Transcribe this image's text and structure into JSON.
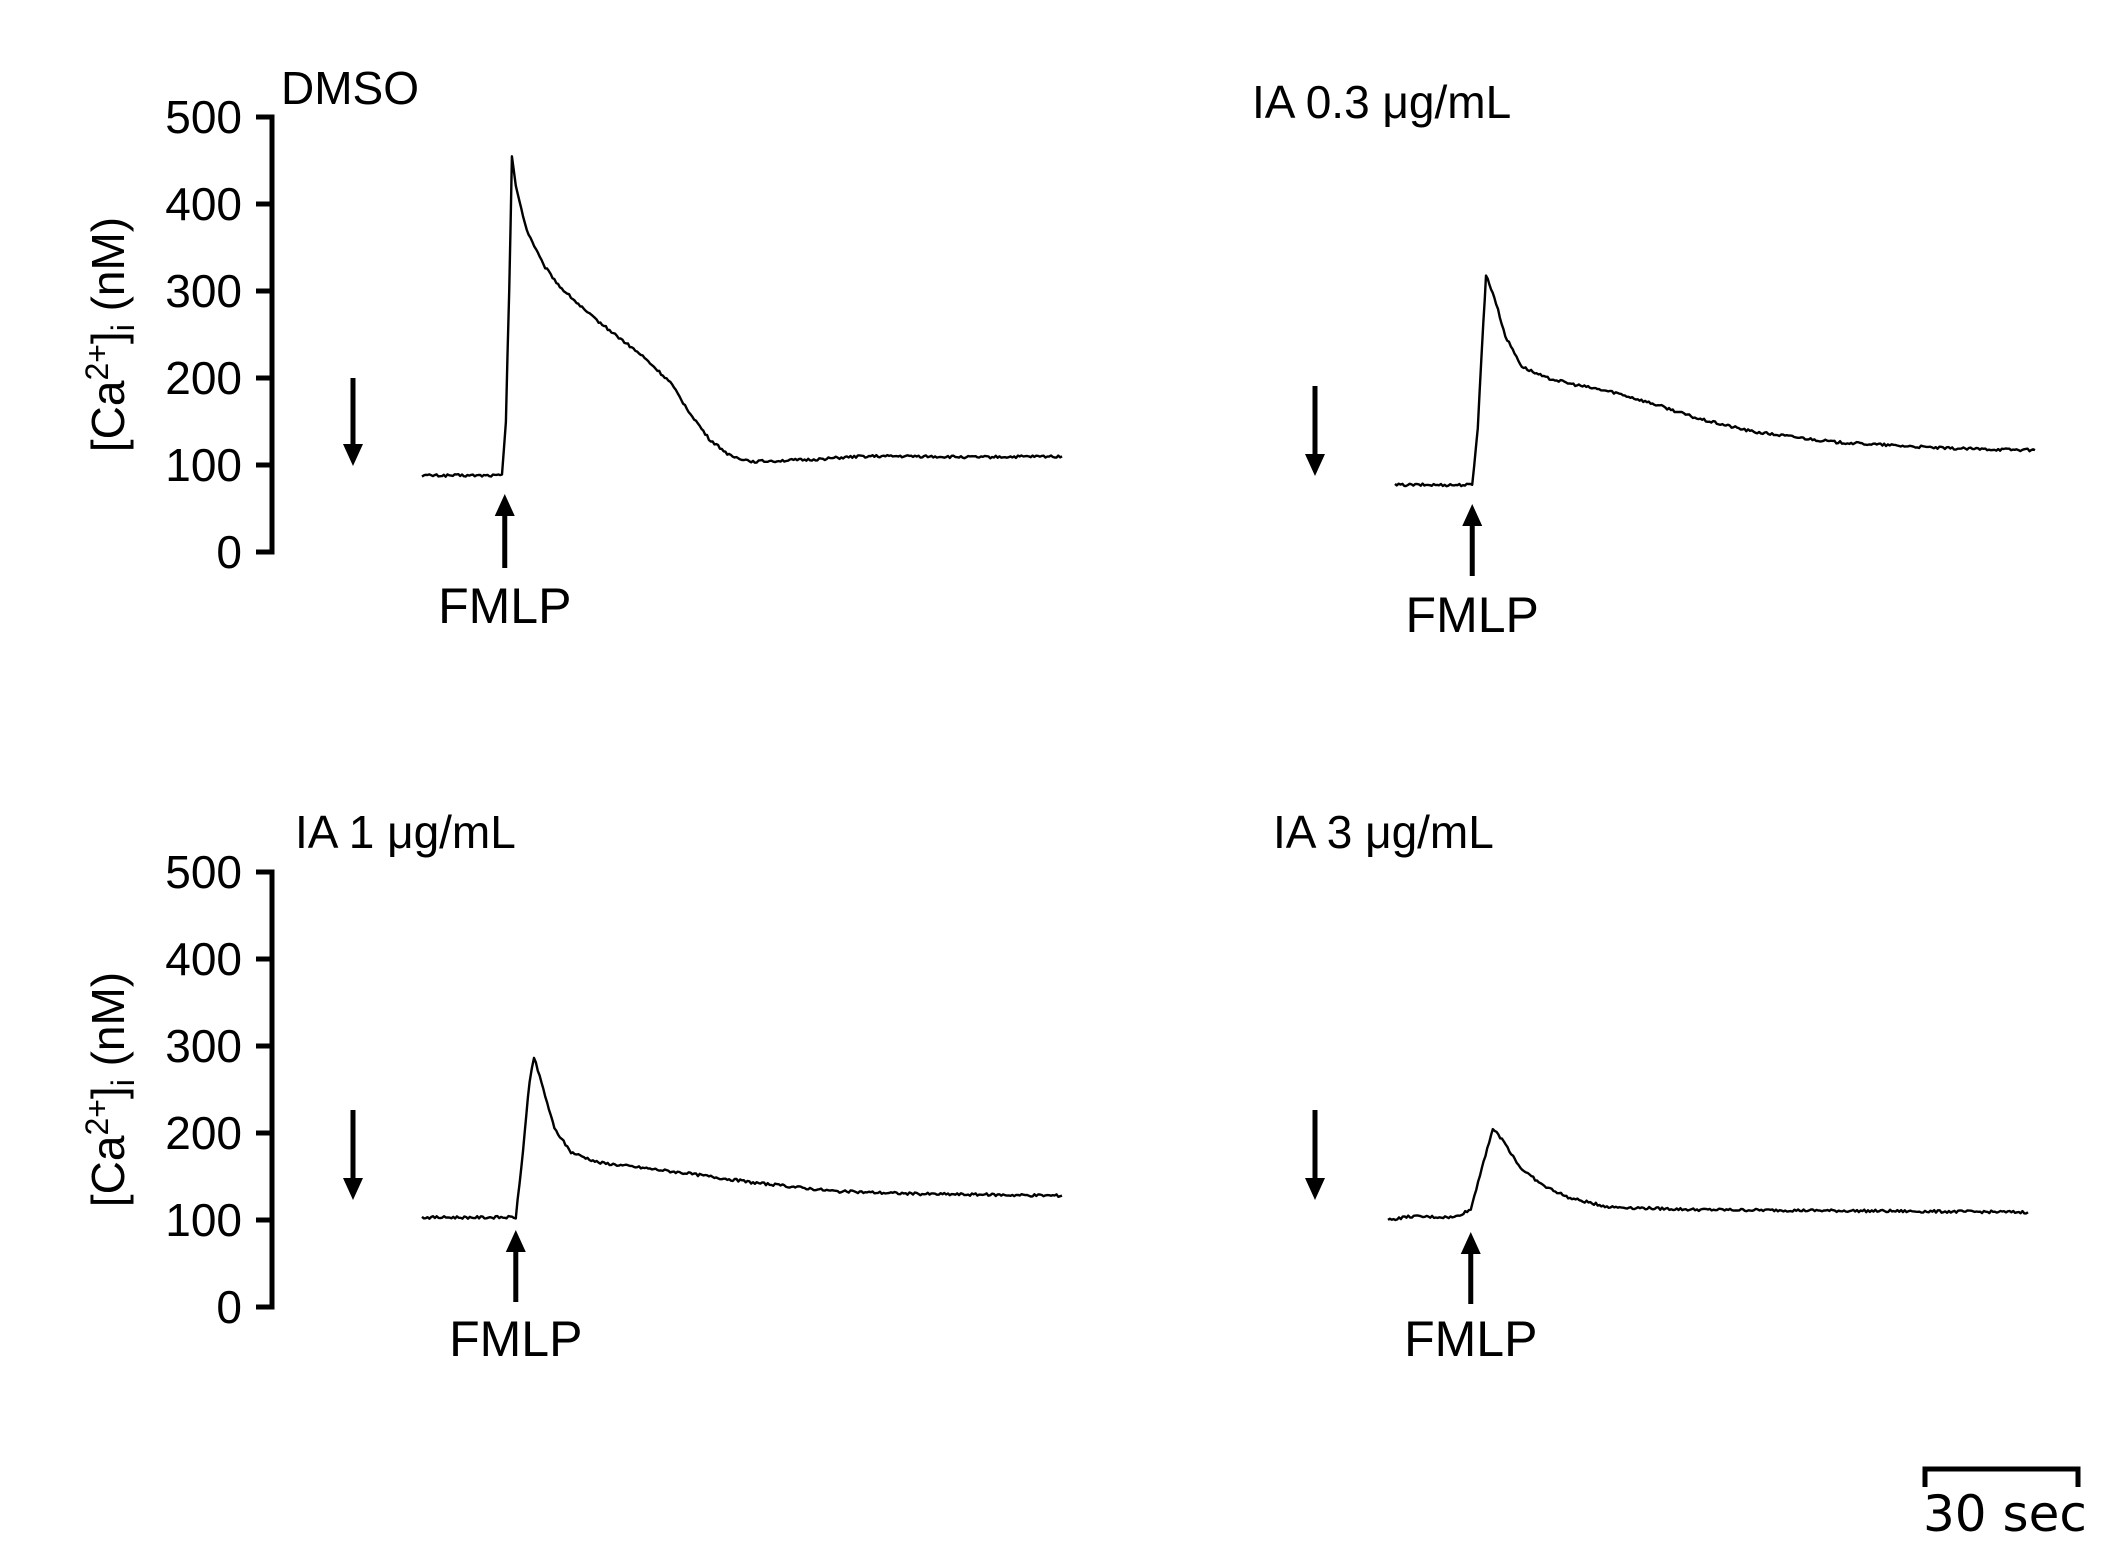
{
  "figure": {
    "scale_bar_label": "30 sec",
    "stimulus_label": "FMLP"
  },
  "chart_data": [
    {
      "type": "line",
      "title": "DMSO",
      "ylabel_parts": {
        "prefix": "[Ca",
        "superscript": "2+",
        "bracket": "]",
        "subscript": "i",
        "suffix": " (nM)"
      },
      "ylim": [
        0,
        500
      ],
      "yticks": [
        "0",
        "100",
        "200",
        "300",
        "400",
        "500"
      ],
      "x_unit": "sec",
      "x_range": [
        0,
        116
      ],
      "stimulus": {
        "label": "FMLP",
        "x": 15
      },
      "series": [
        {
          "points": [
            [
              0,
              88
            ],
            [
              14.5,
              88
            ],
            [
              15.2,
              150
            ],
            [
              15.8,
              300
            ],
            [
              16.3,
              455
            ],
            [
              17,
              420
            ],
            [
              19,
              370
            ],
            [
              22,
              330
            ],
            [
              25,
              305
            ],
            [
              30,
              275
            ],
            [
              35,
              250
            ],
            [
              40,
              225
            ],
            [
              45,
              195
            ],
            [
              48,
              165
            ],
            [
              52,
              130
            ],
            [
              56,
              110
            ],
            [
              60,
              104
            ],
            [
              70,
              106
            ],
            [
              80,
              110
            ],
            [
              90,
              110
            ],
            [
              100,
              109
            ],
            [
              116,
              110
            ]
          ]
        }
      ]
    },
    {
      "type": "line",
      "title": "IA 0.3 μg/mL",
      "ylim": [
        0,
        500
      ],
      "x_unit": "sec",
      "x_range": [
        0,
        116
      ],
      "stimulus": {
        "label": "FMLP",
        "x": 14
      },
      "series": [
        {
          "points": [
            [
              0,
              84
            ],
            [
              14,
              84
            ],
            [
              15,
              150
            ],
            [
              16,
              270
            ],
            [
              16.5,
              325
            ],
            [
              18,
              300
            ],
            [
              20,
              255
            ],
            [
              23,
              220
            ],
            [
              27,
              208
            ],
            [
              32,
              200
            ],
            [
              40,
              190
            ],
            [
              48,
              175
            ],
            [
              55,
              160
            ],
            [
              65,
              145
            ],
            [
              80,
              133
            ],
            [
              100,
              126
            ],
            [
              116,
              124
            ]
          ]
        }
      ]
    },
    {
      "type": "line",
      "title": "IA 1 μg/mL",
      "ylabel_parts": {
        "prefix": "[Ca",
        "superscript": "2+",
        "bracket": "]",
        "subscript": "i",
        "suffix": " (nM)"
      },
      "ylim": [
        0,
        500
      ],
      "yticks": [
        "0",
        "100",
        "200",
        "300",
        "400",
        "500"
      ],
      "x_unit": "sec",
      "x_range": [
        0,
        116
      ],
      "stimulus": {
        "label": "FMLP",
        "x": 17
      },
      "series": [
        {
          "points": [
            [
              0,
              103
            ],
            [
              17,
              103
            ],
            [
              18,
              160
            ],
            [
              19.5,
              260
            ],
            [
              20.3,
              287
            ],
            [
              22,
              250
            ],
            [
              24,
              205
            ],
            [
              27,
              178
            ],
            [
              32,
              166
            ],
            [
              40,
              160
            ],
            [
              50,
              152
            ],
            [
              60,
              143
            ],
            [
              75,
              133
            ],
            [
              90,
              130
            ],
            [
              116,
              128
            ]
          ]
        }
      ]
    },
    {
      "type": "line",
      "title": "IA 3 μg/mL",
      "ylim": [
        0,
        500
      ],
      "x_unit": "sec",
      "x_range": [
        0,
        116
      ],
      "stimulus": {
        "label": "FMLP",
        "x": 15
      },
      "series": [
        {
          "points": [
            [
              0,
              100
            ],
            [
              4,
              104
            ],
            [
              12,
              103
            ],
            [
              15,
              112
            ],
            [
              17,
              160
            ],
            [
              19,
              205
            ],
            [
              21,
              190
            ],
            [
              24,
              160
            ],
            [
              28,
              140
            ],
            [
              33,
              125
            ],
            [
              40,
              115
            ],
            [
              55,
              112
            ],
            [
              75,
              111
            ],
            [
              95,
              110
            ],
            [
              116,
              109
            ]
          ]
        }
      ]
    }
  ]
}
